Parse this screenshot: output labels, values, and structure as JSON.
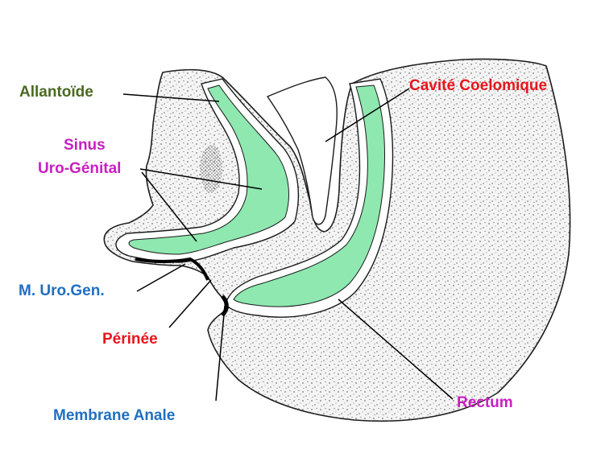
{
  "labels": {
    "allantoide": "Allantoïde",
    "cavite": "Cavité Coelomique",
    "sinus_1": "Sinus",
    "sinus_2": "Uro-Génital",
    "m_urogen": "M. Uro.Gen.",
    "perinee": "Périnée",
    "membrane_anale": "Membrane Anale",
    "rectum": "Rectum"
  },
  "colors": {
    "tissue_fill": "#f4f4f4",
    "dot": "#6e6e6e",
    "lumen": "#8ee8b0",
    "outline": "#1a1a1a",
    "allantoide_label": "#4a6a22",
    "cavite_label": "#e8141c",
    "sinus_label": "#c81fc0",
    "m_urogen_label": "#1f6fc0",
    "perinee_label": "#e8141c",
    "membrane_anale_label": "#1f6fc0",
    "rectum_label": "#c81fc0"
  }
}
